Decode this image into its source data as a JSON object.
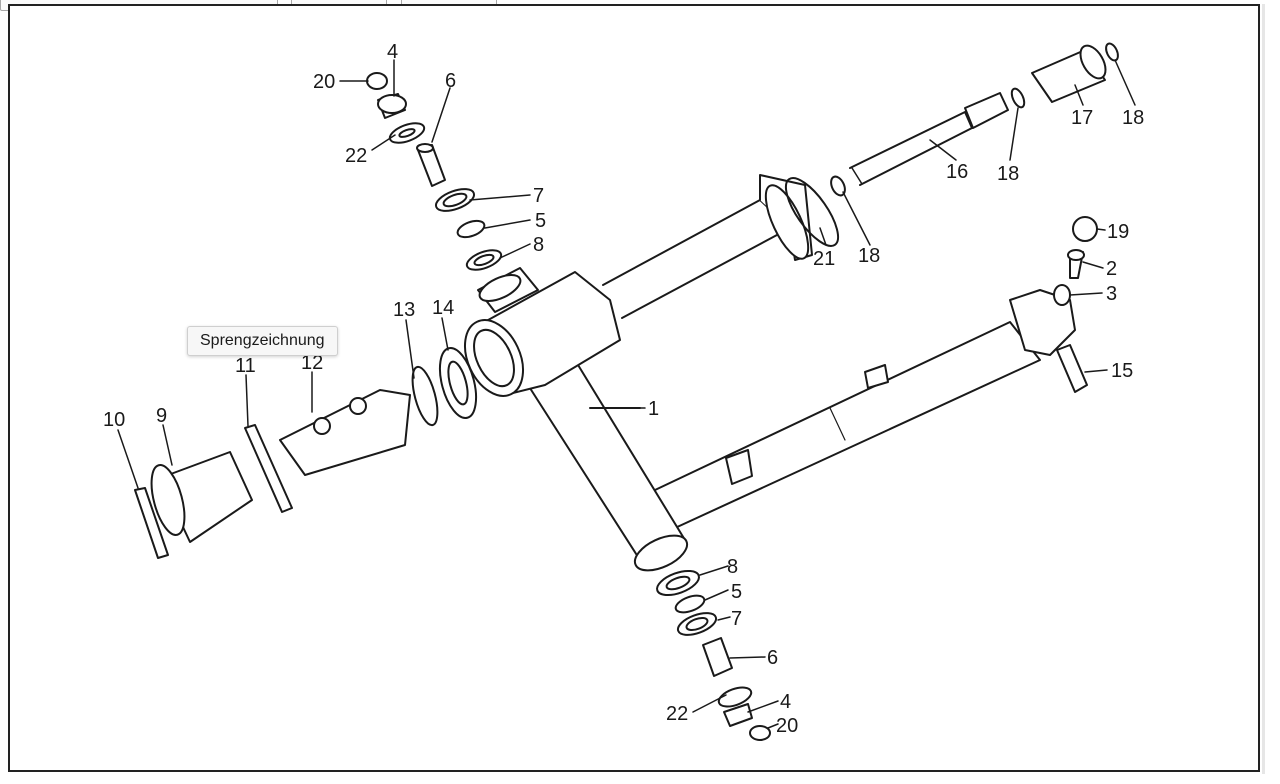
{
  "tooltip": {
    "text": "Sprengzeichnung"
  },
  "callouts": [
    {
      "id": "c-20-top",
      "num": "20"
    },
    {
      "id": "c-4-top",
      "num": "4"
    },
    {
      "id": "c-6-top",
      "num": "6"
    },
    {
      "id": "c-22-top",
      "num": "22"
    },
    {
      "id": "c-7-top",
      "num": "7"
    },
    {
      "id": "c-5-top",
      "num": "5"
    },
    {
      "id": "c-8-top",
      "num": "8"
    },
    {
      "id": "c-21",
      "num": "21"
    },
    {
      "id": "c-18-mid",
      "num": "18"
    },
    {
      "id": "c-16",
      "num": "16"
    },
    {
      "id": "c-18-upper",
      "num": "18"
    },
    {
      "id": "c-17",
      "num": "17"
    },
    {
      "id": "c-18-right",
      "num": "18"
    },
    {
      "id": "c-19",
      "num": "19"
    },
    {
      "id": "c-2",
      "num": "2"
    },
    {
      "id": "c-3",
      "num": "3"
    },
    {
      "id": "c-15",
      "num": "15"
    },
    {
      "id": "c-1",
      "num": "1"
    },
    {
      "id": "c-13",
      "num": "13"
    },
    {
      "id": "c-14",
      "num": "14"
    },
    {
      "id": "c-11",
      "num": "11"
    },
    {
      "id": "c-12",
      "num": "12"
    },
    {
      "id": "c-10",
      "num": "10"
    },
    {
      "id": "c-9",
      "num": "9"
    },
    {
      "id": "c-8-bottom",
      "num": "8"
    },
    {
      "id": "c-5-bottom",
      "num": "5"
    },
    {
      "id": "c-7-bottom",
      "num": "7"
    },
    {
      "id": "c-6-bottom",
      "num": "6"
    },
    {
      "id": "c-22-bottom",
      "num": "22"
    },
    {
      "id": "c-4-bottom",
      "num": "4"
    },
    {
      "id": "c-20-bottom",
      "num": "20"
    }
  ]
}
